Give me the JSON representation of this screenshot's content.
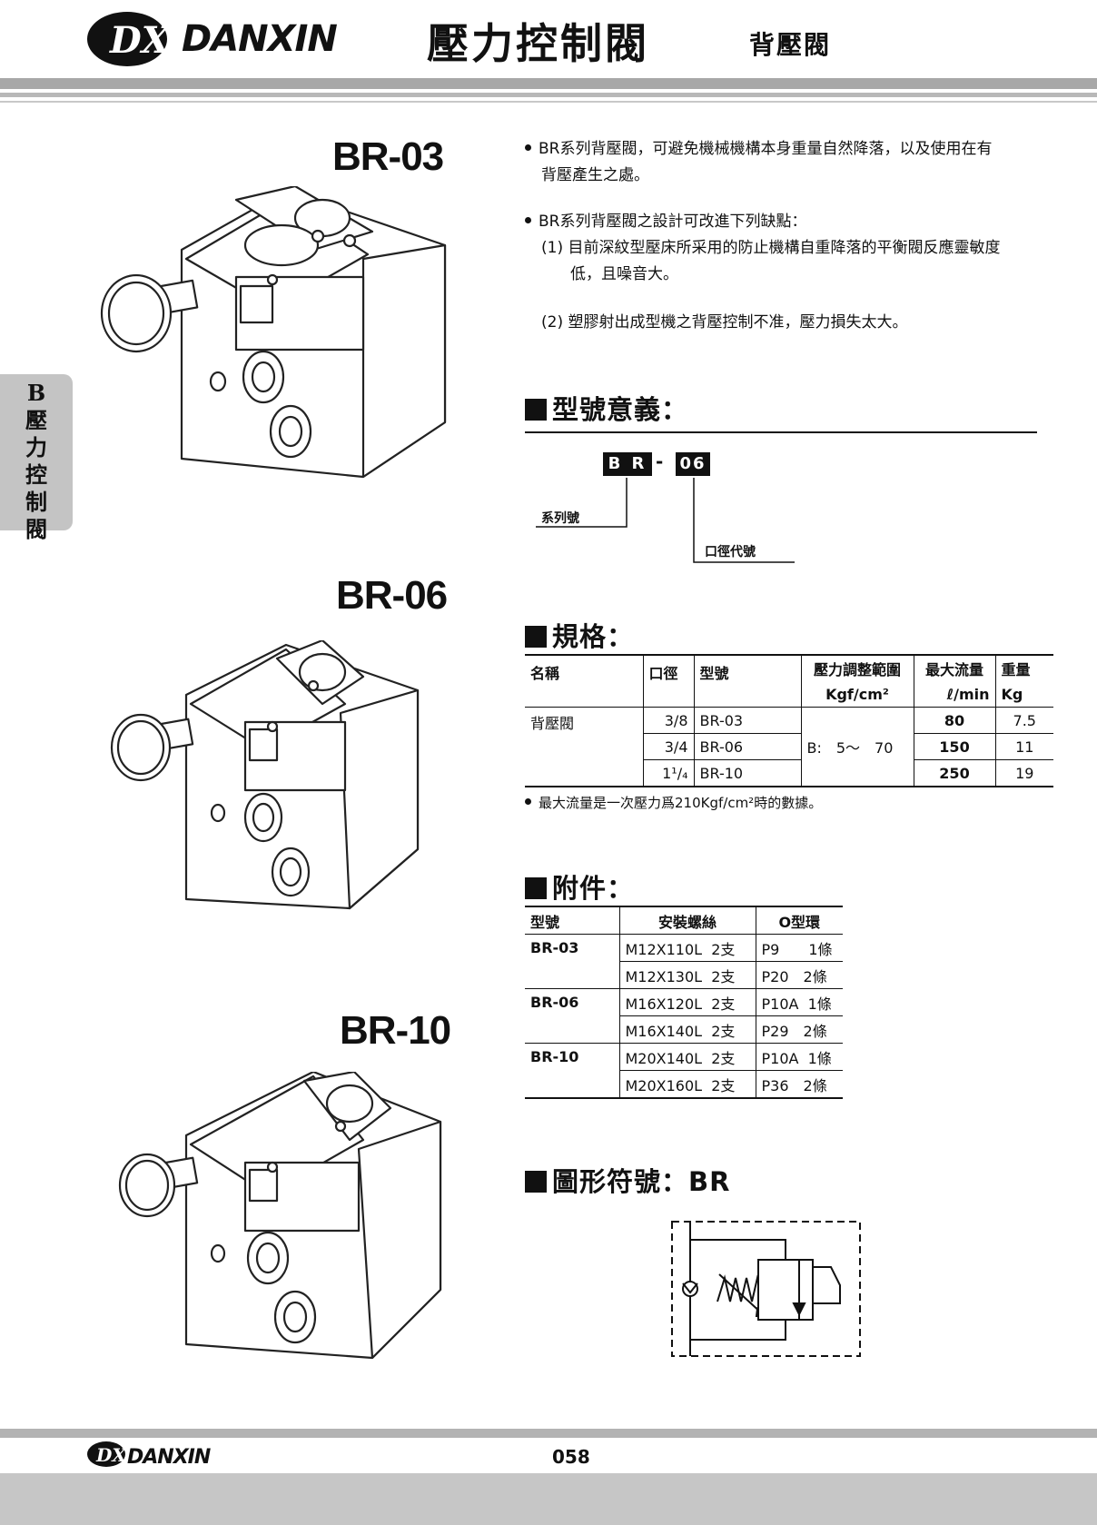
{
  "header": {
    "brand": "DANXIN",
    "logo_initials": "DX",
    "title": "壓力控制閥",
    "subtitle": "背壓閥"
  },
  "sidetab": {
    "label": "B\n壓\n力\n控\n制\n閥"
  },
  "models": [
    "BR-03",
    "BR-06",
    "BR-10"
  ],
  "intro": {
    "p1_line1": "BR系列背壓閥，可避免機械機構本身重量自然降落，以及使用在有",
    "p1_line2": "背壓產生之處。",
    "p2": "BR系列背壓閥之設計可改進下列缺點：",
    "item1_line1": "(1) 目前深紋型壓床所采用的防止機構自重降落的平衡閥反應靈敏度",
    "item1_line2": "低，且噪音大。",
    "item2": "(2) 塑膠射出成型機之背壓控制不准，壓力損失太大。"
  },
  "model_meaning": {
    "heading": "型號意義：",
    "code_part1": "B R",
    "dash": "-",
    "code_part2": "06",
    "label_series": "系列號",
    "label_port": "口徑代號"
  },
  "specs": {
    "heading": "規格：",
    "headers": {
      "name": "名稱",
      "port": "口徑",
      "model": "型號",
      "pressure": "壓力調整範圍",
      "pressure_unit": "Kgf/cm²",
      "flow": "最大流量",
      "flow_unit": "ℓ/min",
      "weight": "重量",
      "weight_unit": "Kg"
    },
    "name": "背壓閥",
    "pressure_range": "B:　5～　70",
    "rows": [
      {
        "port": "3/8",
        "model": "BR-03",
        "flow": "80",
        "weight": "7.5"
      },
      {
        "port": "3/4",
        "model": "BR-06",
        "flow": "150",
        "weight": "11"
      },
      {
        "port": "1¹/₄",
        "model": "BR-10",
        "flow": "250",
        "weight": "19"
      }
    ],
    "note": "最大流量是一次壓力爲210Kgf/cm²時的數據。"
  },
  "accessories": {
    "heading": "附件：",
    "headers": {
      "model": "型號",
      "bolts": "安裝螺絲",
      "oring": "O型環"
    },
    "rows": [
      {
        "model": "BR-03",
        "bolt": "M12X110L  2支",
        "oring": "P9　　1條"
      },
      {
        "model": "",
        "bolt": "M12X130L  2支",
        "oring": "P20　2條"
      },
      {
        "model": "BR-06",
        "bolt": "M16X120L  2支",
        "oring": "P10A  1條"
      },
      {
        "model": "",
        "bolt": "M16X140L  2支",
        "oring": "P29　2條"
      },
      {
        "model": "BR-10",
        "bolt": "M20X140L  2支",
        "oring": "P10A  1條"
      },
      {
        "model": "",
        "bolt": "M20X160L  2支",
        "oring": "P36　2條"
      }
    ]
  },
  "symbol": {
    "heading": "圖形符號：BR"
  },
  "footer": {
    "brand": "DANXIN",
    "page": "058"
  }
}
